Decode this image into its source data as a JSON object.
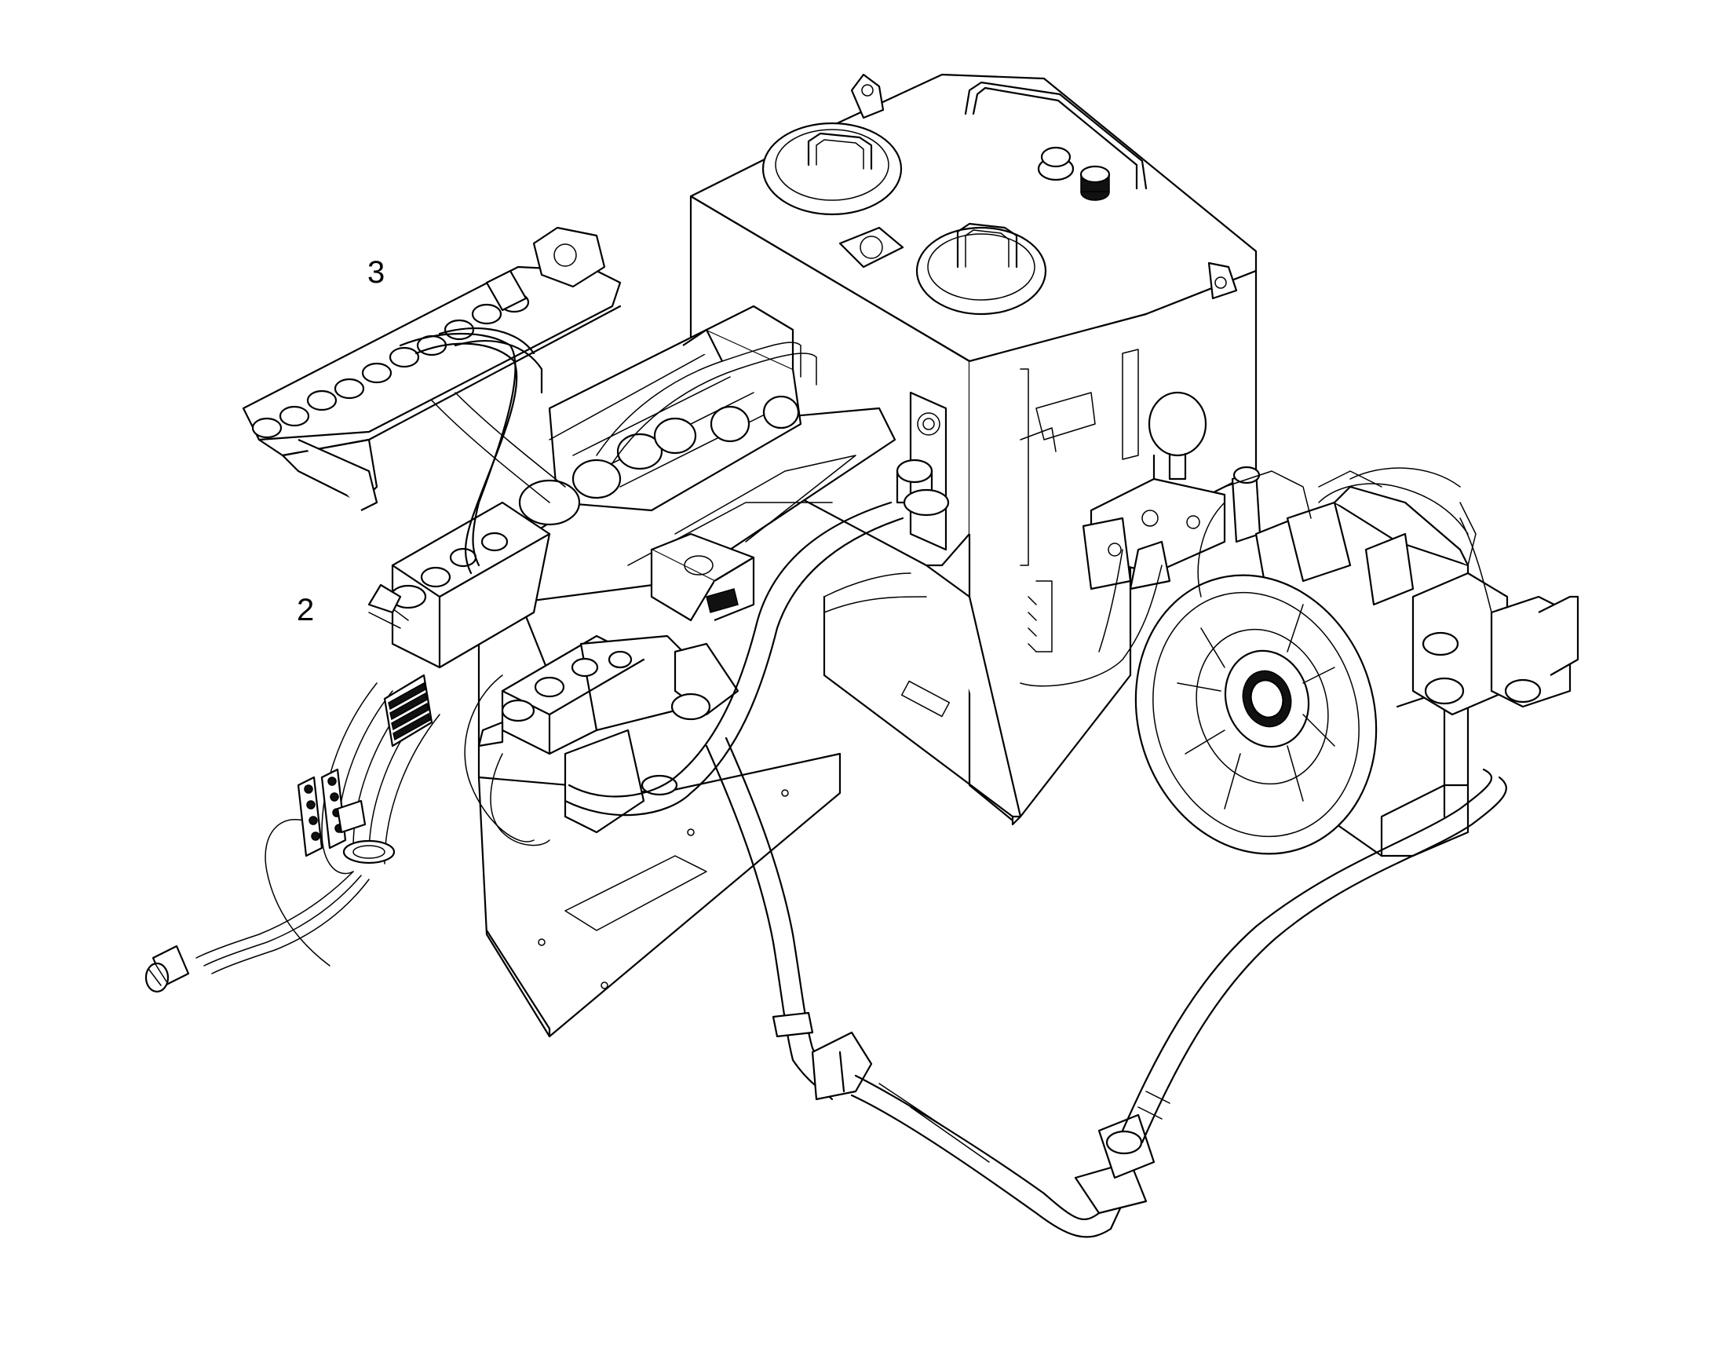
{
  "callouts": [
    {
      "id": "3",
      "label": "3"
    },
    {
      "id": "2",
      "label": "2"
    }
  ]
}
